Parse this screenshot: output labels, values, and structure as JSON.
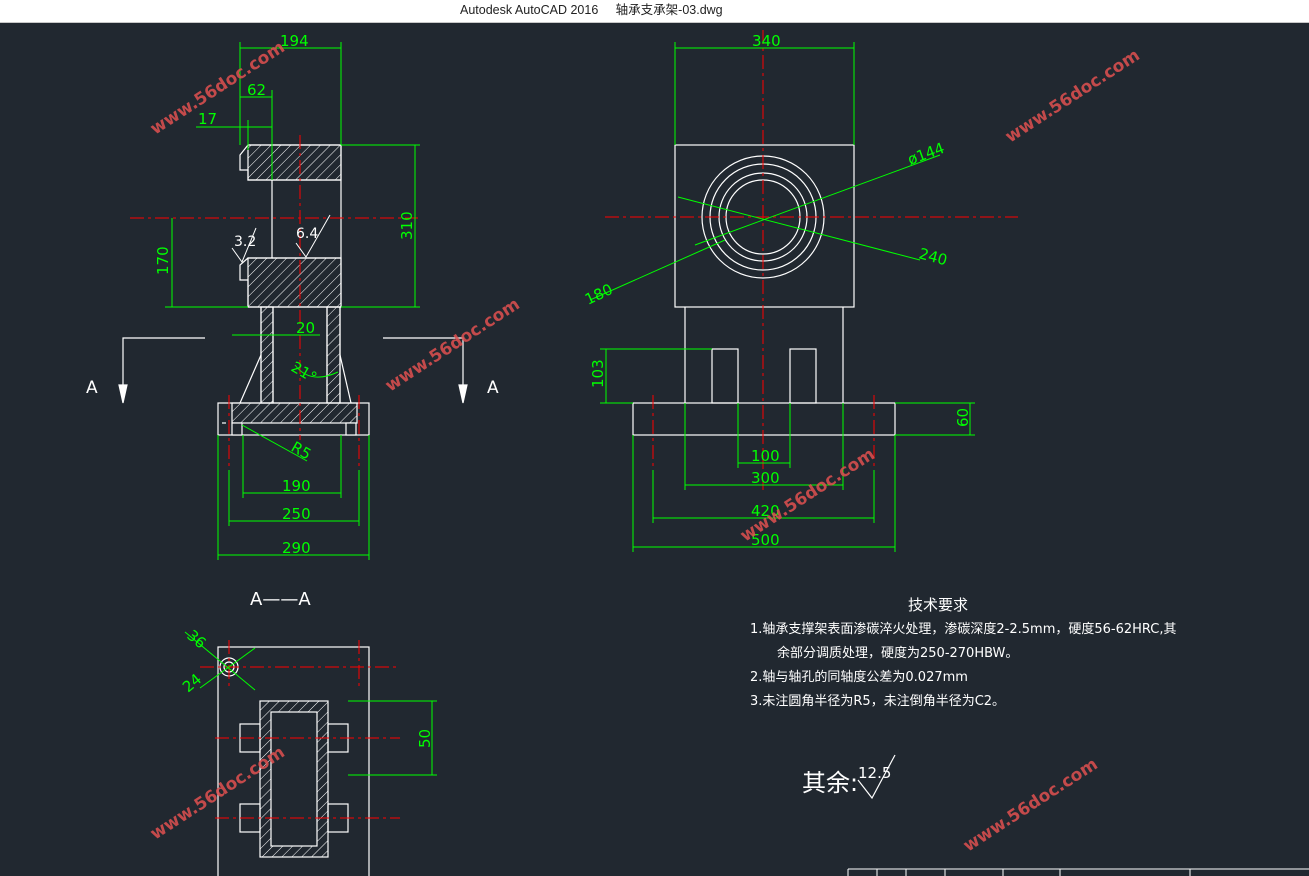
{
  "window": {
    "title": "Autodesk AutoCAD 2016     轴承支承架-03.dwg"
  },
  "colors": {
    "background": "#212830",
    "lines": "#ffffff",
    "dimensions": "#00ff00",
    "centerlines": "#ff0000",
    "watermark": "#e05050"
  },
  "section_view": {
    "dims": {
      "d194": "194",
      "d62": "62",
      "d17": "17",
      "d170": "170",
      "d310": "310",
      "d20": "20",
      "d21": "21°",
      "dR5": "R5",
      "d190": "190",
      "d250": "250",
      "d290": "290"
    },
    "roughness": {
      "r32": "3.2",
      "r64": "6.4"
    },
    "cut_left": "A",
    "cut_right": "A",
    "label": "A——A"
  },
  "front_view": {
    "dims": {
      "d340": "340",
      "d144": "ø144",
      "d240": "240",
      "d180": "180",
      "d103": "103",
      "d60": "60",
      "d100": "100",
      "d300": "300",
      "d420": "420",
      "d500": "500"
    }
  },
  "plan_view": {
    "dims": {
      "d36": "36",
      "d24": "24",
      "d50": "50"
    }
  },
  "tech": {
    "title": "技术要求",
    "line1": "1.轴承支撑架表面渗碳淬火处理，渗碳深度2-2.5mm，硬度56-62HRC,其",
    "line2": "余部分调质处理，硬度为250-270HBW。",
    "line3": "2.轴与轴孔的同轴度公差为0.027mm",
    "line4": "3.未注圆角半径为R5，未注倒角半径为C2。",
    "rest_label": "其余:",
    "rest_value": "12.5"
  },
  "watermark": "www.56doc.com"
}
